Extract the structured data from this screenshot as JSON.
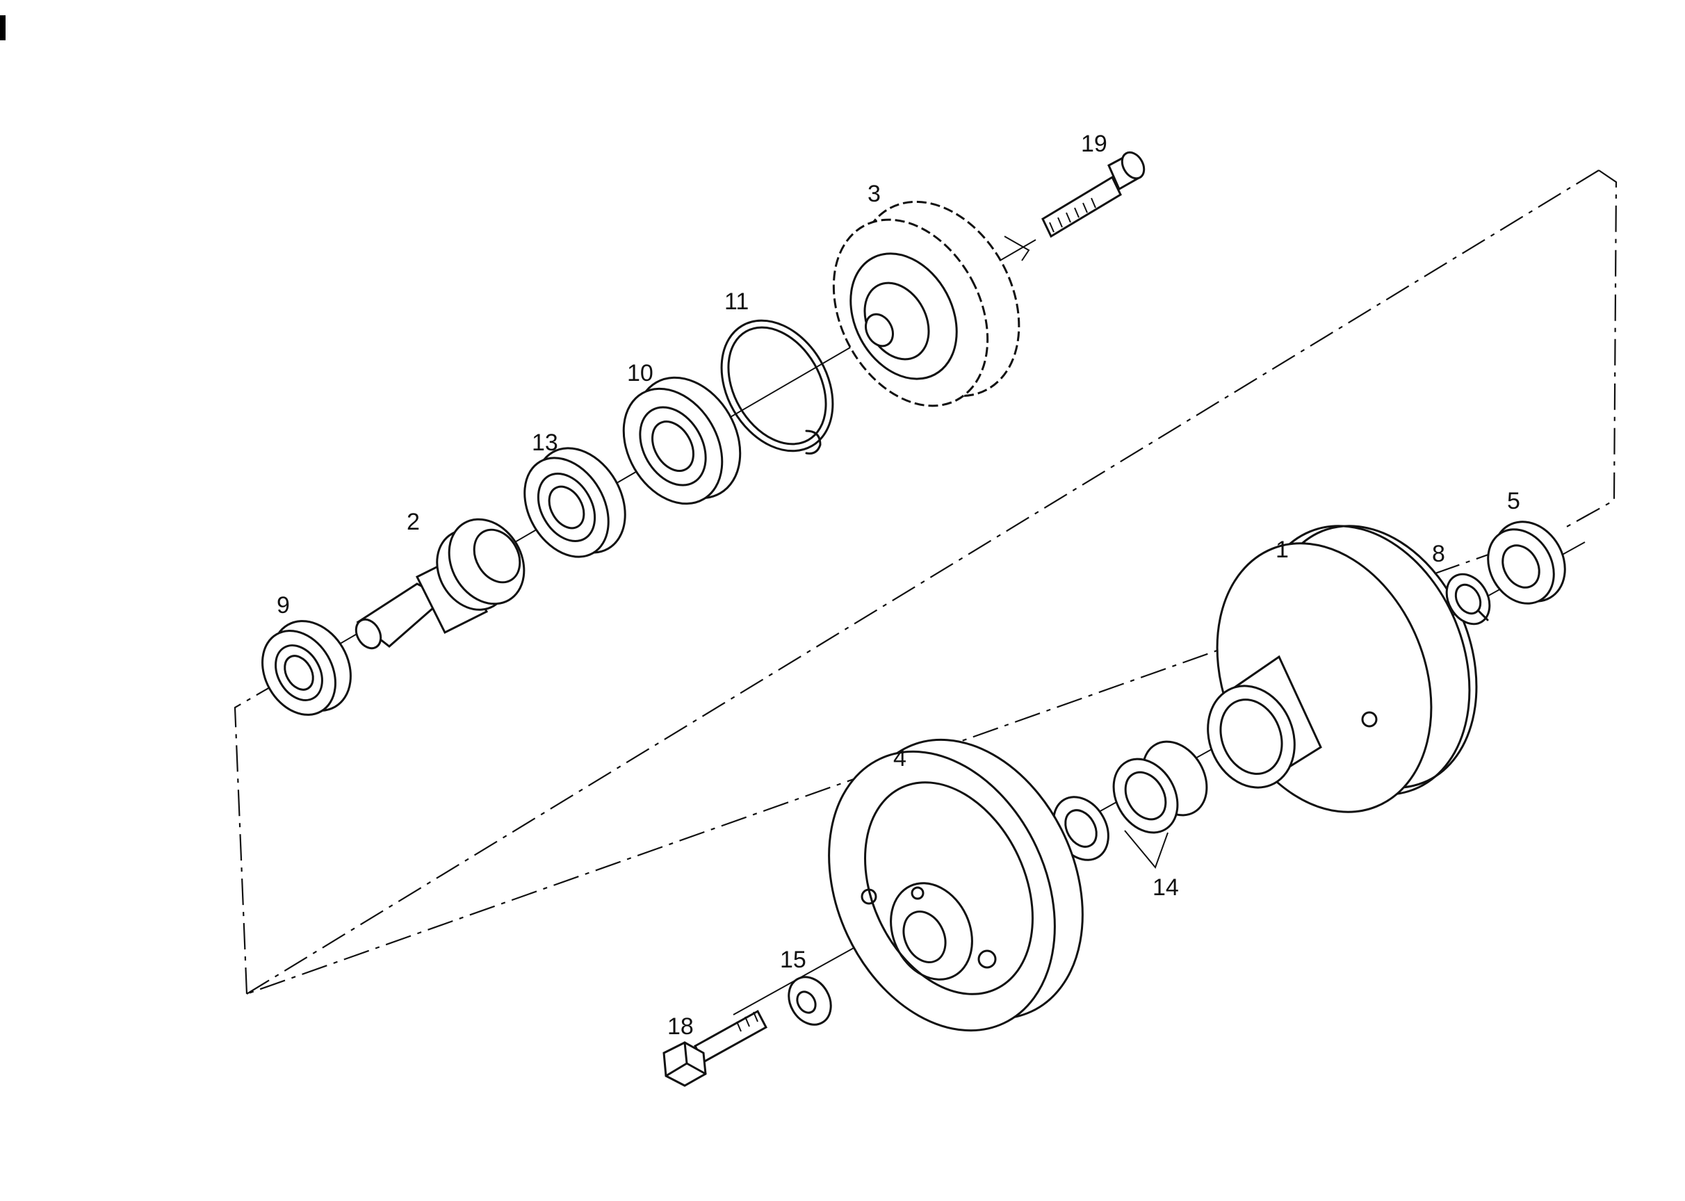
{
  "parts": [
    {
      "id": "1"
    },
    {
      "id": "2"
    },
    {
      "id": "3"
    },
    {
      "id": "4"
    },
    {
      "id": "5"
    },
    {
      "id": "8"
    },
    {
      "id": "9"
    },
    {
      "id": "10"
    },
    {
      "id": "11"
    },
    {
      "id": "13"
    },
    {
      "id": "14"
    },
    {
      "id": "15"
    },
    {
      "id": "18"
    },
    {
      "id": "19"
    }
  ]
}
